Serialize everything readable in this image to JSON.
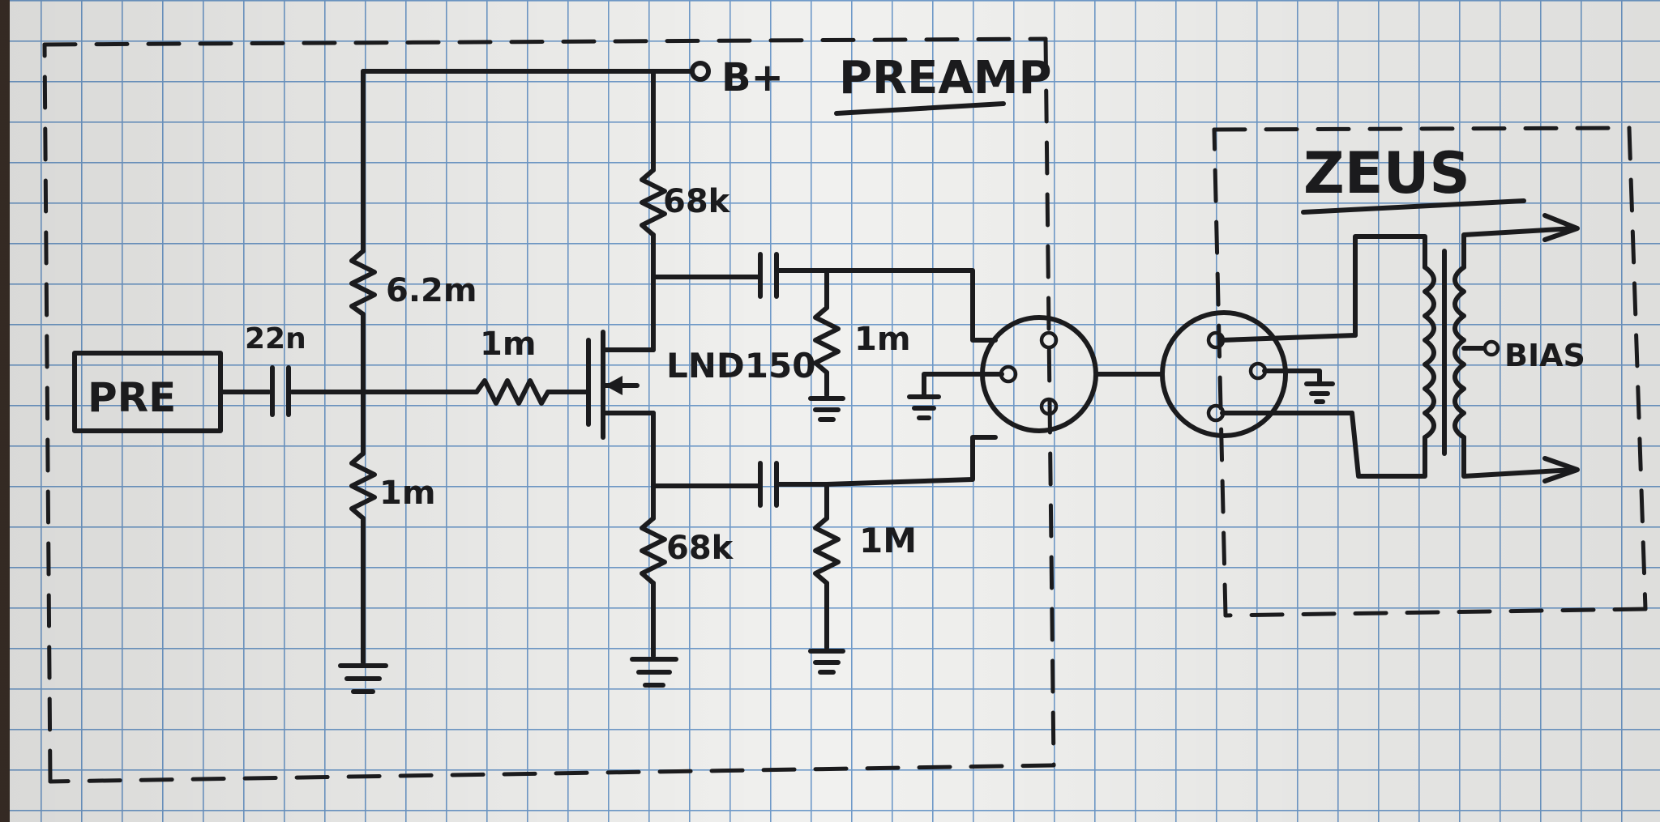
{
  "diagram": {
    "sections": {
      "preamp": "PREAMP",
      "zeus": "ZEUS"
    },
    "blocks": {
      "pre": "PRE"
    },
    "supply": {
      "bplus": "B+"
    },
    "components": {
      "input_cap": "22n",
      "bias_top": "6.2m",
      "bias_bottom": "1m",
      "gate_resistor": "1m",
      "drain_resistor": "68k",
      "source_resistor": "68k",
      "mosfet": "LND150",
      "out_top_resistor": "1m",
      "out_bottom_resistor": "1M"
    },
    "transformer": {
      "bias": "BIAS"
    }
  }
}
